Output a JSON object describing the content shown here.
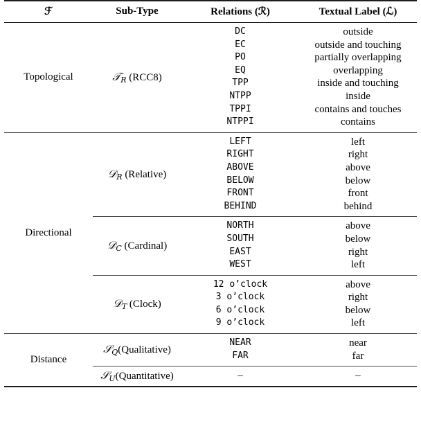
{
  "table": {
    "headers": {
      "family": "ℱ",
      "subtype": "Sub-Type",
      "relations": "Relations (ℛ)",
      "label": "Textual Label (ℒ)"
    },
    "sections": [
      {
        "family": "Topological",
        "subgroups": [
          {
            "symbol": "𝒯",
            "subscript": "R",
            "name": " (RCC8)",
            "relations": [
              "DC",
              "EC",
              "PO",
              "EQ",
              "TPP",
              "NTPP",
              "TPPI",
              "NTPPI"
            ],
            "labels": [
              "outside",
              "outside and touching",
              "partially overlapping",
              "overlapping",
              "inside and touching",
              "inside",
              "contains and touches",
              "contains"
            ]
          }
        ]
      },
      {
        "family": "Directional",
        "subgroups": [
          {
            "symbol": "𝒟",
            "subscript": "R",
            "name": " (Relative)",
            "relations": [
              "LEFT",
              "RIGHT",
              "ABOVE",
              "BELOW",
              "FRONT",
              "BEHIND"
            ],
            "labels": [
              "left",
              "right",
              "above",
              "below",
              "front",
              "behind"
            ]
          },
          {
            "symbol": "𝒟",
            "subscript": "C",
            "name": " (Cardinal)",
            "relations": [
              "NORTH",
              "SOUTH",
              "EAST",
              "WEST"
            ],
            "labels": [
              "above",
              "below",
              "right",
              "left"
            ]
          },
          {
            "symbol": "𝒟",
            "subscript": "T",
            "name": " (Clock)",
            "relations": [
              "12 o’clock",
              "3 o’clock",
              "6 o’clock",
              "9 o’clock"
            ],
            "labels": [
              "above",
              "right",
              "below",
              "left"
            ]
          }
        ]
      },
      {
        "family": "Distance",
        "subgroups": [
          {
            "symbol": "𝒮",
            "subscript": "Q",
            "name": "(Qualitative)",
            "relations": [
              "NEAR",
              "FAR"
            ],
            "labels": [
              "near",
              "far"
            ]
          },
          {
            "symbol": "𝒮",
            "subscript": "U",
            "name": "(Quantitative)",
            "relations": [
              "–"
            ],
            "labels": [
              "–"
            ]
          }
        ]
      }
    ]
  }
}
